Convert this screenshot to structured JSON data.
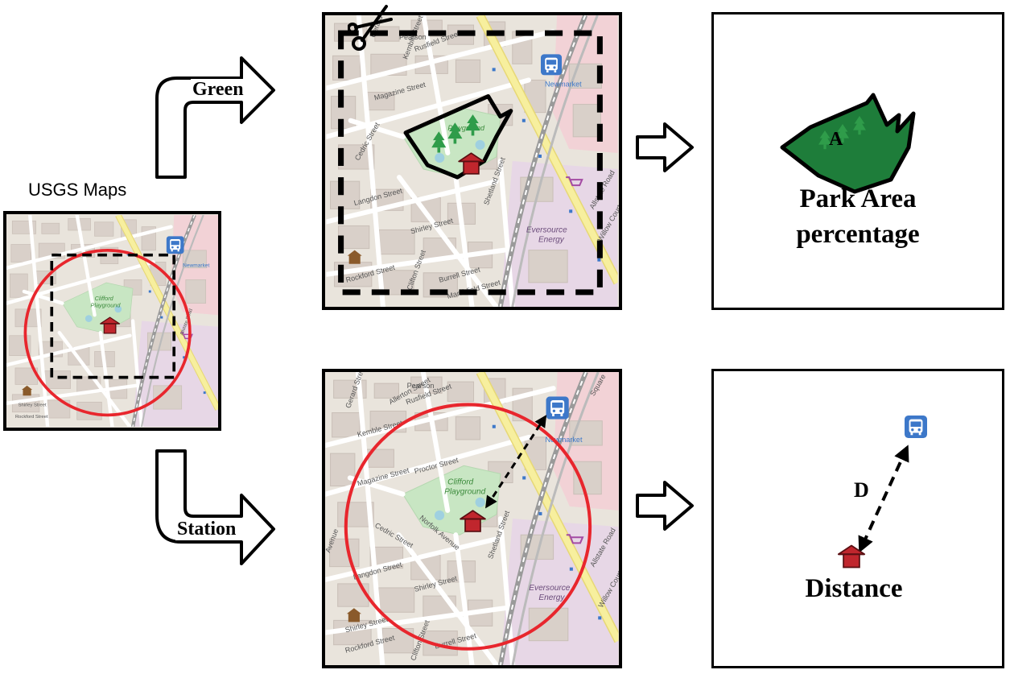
{
  "source_label": "USGS Maps",
  "branches": {
    "green": {
      "label": "Green",
      "result_label_line1": "Park Area",
      "result_label_line2": "percentage",
      "region_letter": "A"
    },
    "station": {
      "label": "Station",
      "result_label": "Distance",
      "distance_letter": "D"
    }
  },
  "map_labels": {
    "playground_1": "Clifford",
    "playground_2": "Playground",
    "newmarket": "Newmarket",
    "eversource_1": "Eversource",
    "eversource_2": "Energy",
    "streets": {
      "pearson": "Pearson",
      "rusfield": "Rusfield Street",
      "allerton": "Allerton Street",
      "gerard": "Gerard Street",
      "kemble": "Kemble Street",
      "magazine": "Magazine Street",
      "proctor": "Proctor Street",
      "cedric": "Cedric Street",
      "norfolk": "Norfolk Avenue",
      "langdon": "Langdon Street",
      "shirley": "Shirley Street",
      "rockford": "Rockford Street",
      "clifton": "Clifton Street",
      "burrell": "Burrell Street",
      "marshfield": "Marshfield Street",
      "shetland": "Shetland Street",
      "allstate": "Allstate Road",
      "willow": "Willow Court",
      "square": "Square",
      "avenue": "Avenue"
    }
  },
  "colors": {
    "map_bg": "#e9e4dc",
    "building": "#d9d0c9",
    "road": "#ffffff",
    "main_road": "#f7ef9e",
    "park": "#c8e6c3",
    "park_dark": "#1e7d3a",
    "radius_circle": "#e8262d",
    "house": "#c0262d",
    "bus_icon": "#3d78c9",
    "rail": "#9a9a9a",
    "commercial": "#f2d2d6",
    "industrial": "#e7d7e6"
  },
  "icons": {
    "scissors": "scissors-icon",
    "bus": "bus-stop-icon",
    "house": "house-icon",
    "tree": "tree-icon",
    "museum": "museum-icon",
    "shop": "shopping-cart-icon"
  }
}
